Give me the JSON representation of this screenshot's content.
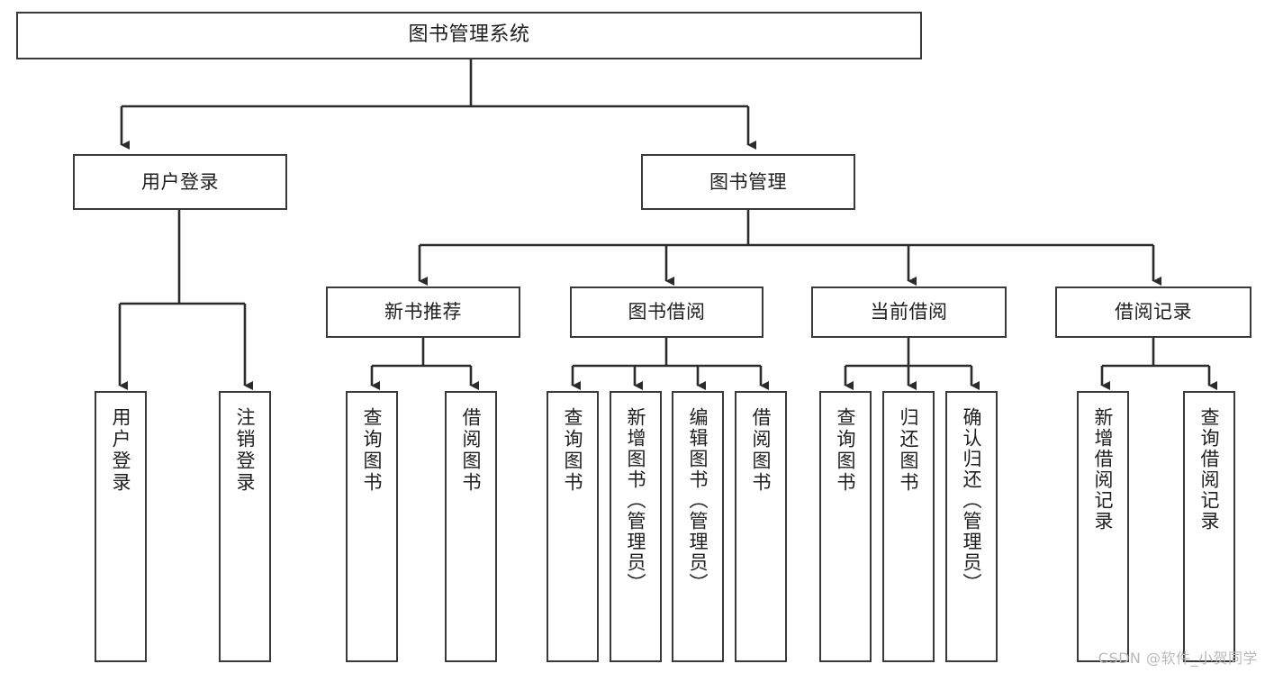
{
  "diagram": {
    "type": "tree",
    "title": "图书管理系统",
    "orientation": "top-down",
    "colors": {
      "background": "#ffffff",
      "box_border": "#3a3a3a",
      "box_fill": "#ffffff",
      "connector": "#2b2b2b",
      "text": "#1f1f1f",
      "watermark": "#b9b9b9"
    }
  },
  "watermark": {
    "text": "CSDN @软件_小贺同学"
  },
  "nodes": {
    "root": {
      "label": "图书管理系统"
    },
    "level1": [
      {
        "id": "user-login",
        "label": "用户登录"
      },
      {
        "id": "book-manage",
        "label": "图书管理"
      }
    ],
    "level2": [
      {
        "id": "new-book-recommend",
        "label": "新书推荐"
      },
      {
        "id": "book-borrow",
        "label": "图书借阅"
      },
      {
        "id": "current-borrow",
        "label": "当前借阅"
      },
      {
        "id": "borrow-record",
        "label": "借阅记录"
      }
    ],
    "leaves": {
      "user_login": [
        {
          "id": "leaf-user-login",
          "label": "用户登录"
        },
        {
          "id": "leaf-user-logout",
          "label": "注销登录"
        }
      ],
      "new_book_recommend": [
        {
          "id": "leaf-query-book-1",
          "label": "查询图书"
        },
        {
          "id": "leaf-borrow-book-1",
          "label": "借阅图书"
        }
      ],
      "book_borrow": [
        {
          "id": "leaf-query-book-2",
          "label": "查询图书"
        },
        {
          "id": "leaf-add-book",
          "label": "新增图书（管理员）"
        },
        {
          "id": "leaf-edit-book",
          "label": "编辑图书（管理员）"
        },
        {
          "id": "leaf-borrow-book-2",
          "label": "借阅图书"
        }
      ],
      "current_borrow": [
        {
          "id": "leaf-query-book-3",
          "label": "查询图书"
        },
        {
          "id": "leaf-return-book",
          "label": "归还图书"
        },
        {
          "id": "leaf-confirm-return",
          "label": "确认归还（管理员）"
        }
      ],
      "borrow_record": [
        {
          "id": "leaf-add-record",
          "label": "新增借阅记录"
        },
        {
          "id": "leaf-query-record",
          "label": "查询借阅记录"
        }
      ]
    }
  }
}
